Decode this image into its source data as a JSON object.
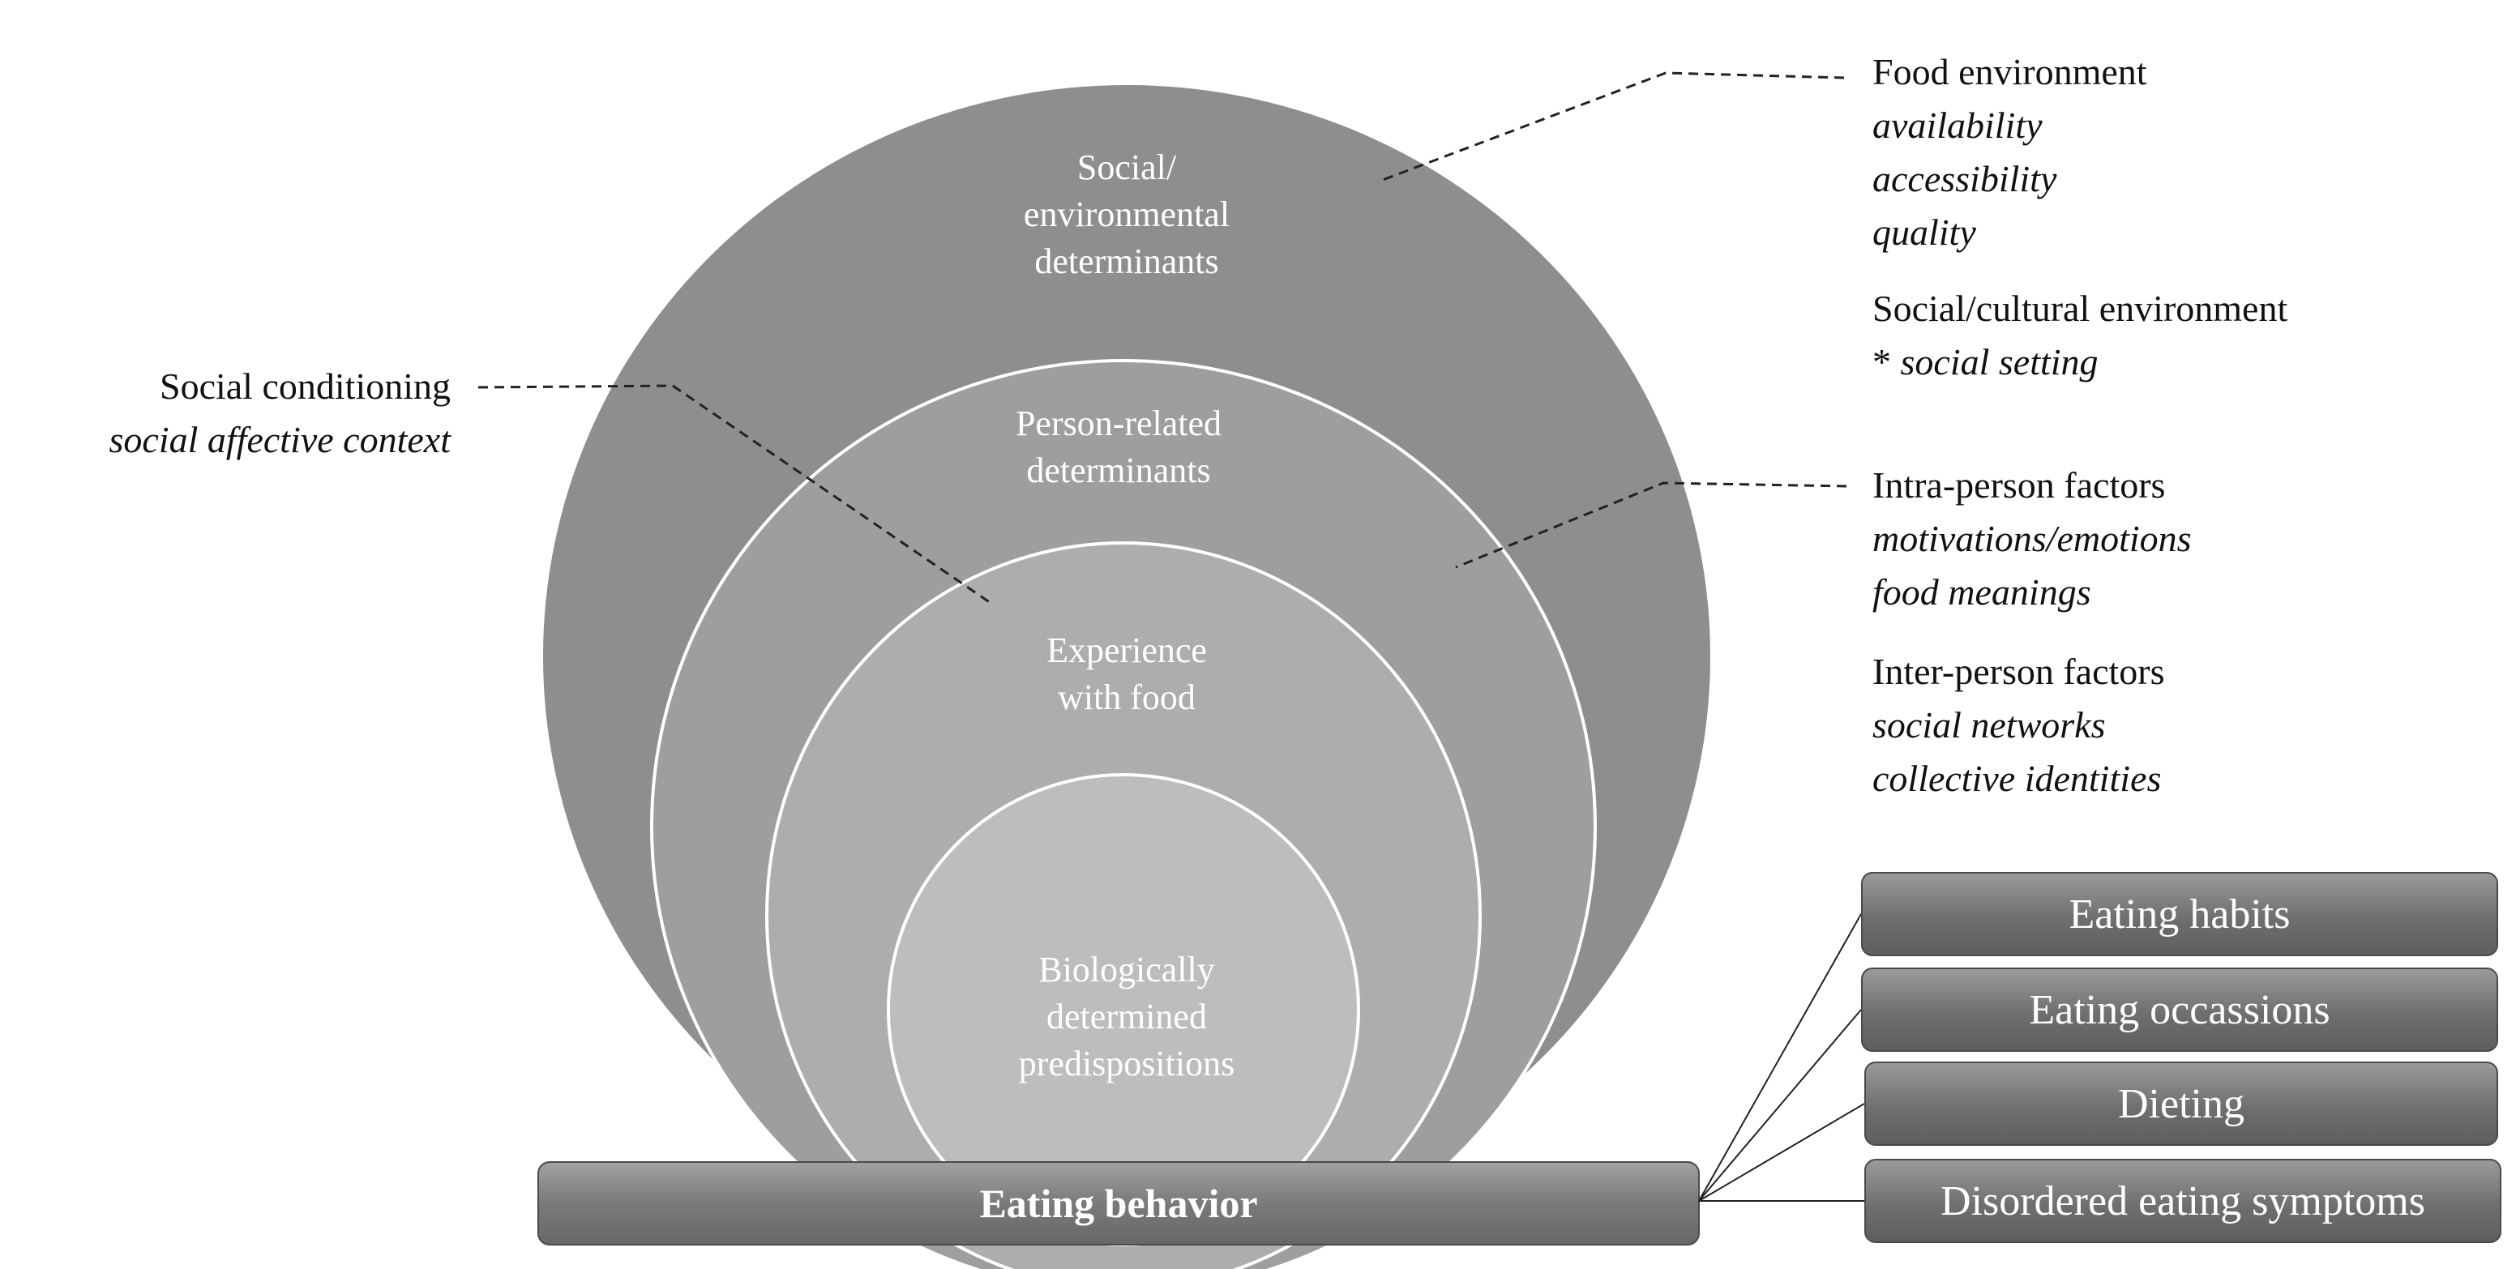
{
  "circles": {
    "social_environmental": [
      "Social/",
      "environmental",
      "determinants"
    ],
    "person_related": [
      "Person-related",
      "determinants"
    ],
    "experience": [
      "Experience",
      "with food"
    ],
    "biological": [
      "Biologically",
      "determined",
      "predispositions"
    ]
  },
  "base_bar": {
    "label": "Eating behavior"
  },
  "outcomes": [
    "Eating habits",
    "Eating occassions",
    "Dieting",
    "Disordered eating symptoms"
  ],
  "left_annotation": {
    "title": "Social conditioning",
    "item": "social affective context"
  },
  "right_annotations": {
    "food_environment": {
      "title": "Food environment",
      "items": [
        "availability",
        "accessibility",
        "quality"
      ]
    },
    "social_cultural": {
      "title": "Social/cultural environment",
      "item_prefix": "* ",
      "item": "social setting"
    },
    "intra_person": {
      "title": "Intra-person factors",
      "items": [
        "motivations/emotions",
        "food meanings"
      ]
    },
    "inter_person": {
      "title": "Inter-person factors",
      "items": [
        "social networks",
        "collective identities"
      ]
    }
  },
  "colors": {
    "outer_circle": "#8e8e8e",
    "person_circle": "#9e9e9e",
    "experience_circle": "#adadad",
    "bio_circle": "#bdbdbd",
    "circle_stroke": "#ffffff",
    "bar": "#777777",
    "text_dark": "#111111"
  }
}
